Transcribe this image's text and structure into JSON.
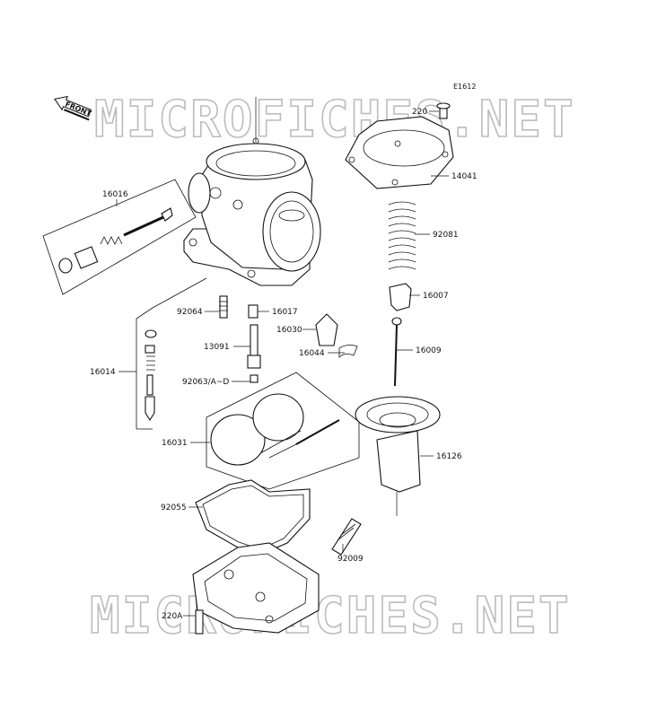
{
  "diagram_code": "E1612",
  "front_label": "FRONT",
  "watermark": "MICROFICHES.NET",
  "parts": {
    "p220": "220",
    "p14041": "14041",
    "p92081": "92081",
    "p16007": "16007",
    "p16009": "16009",
    "p16126": "16126",
    "p16016": "16016",
    "p92064": "92064",
    "p16017": "16017",
    "p16030": "16030",
    "p16044": "16044",
    "p13091": "13091",
    "p16014": "16014",
    "p92063": "92063/A~D",
    "p16031": "16031",
    "p92055": "92055",
    "p92009": "92009",
    "p220A": "220A"
  }
}
